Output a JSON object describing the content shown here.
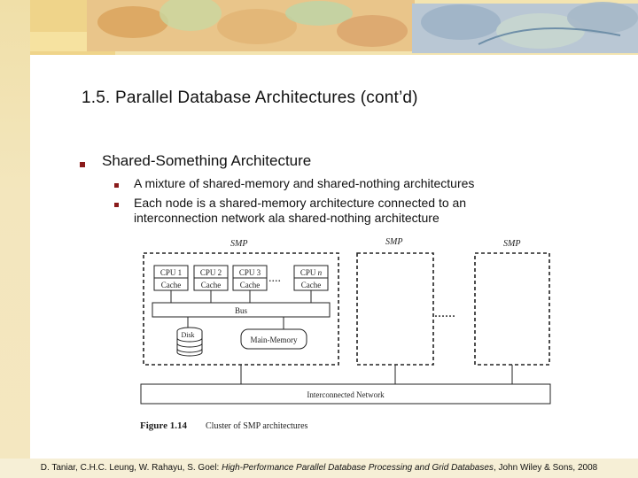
{
  "slide": {
    "title": "1.5.  Parallel Database Architectures (cont’d)",
    "bullet": "Shared-Something Architecture",
    "sub_bullets": [
      "A mixture of shared-memory and shared-nothing architectures",
      "Each node is a shared-memory architecture connected to an interconnection network ala shared-nothing architecture"
    ]
  },
  "figure": {
    "smp_labels": [
      "SMP",
      "SMP",
      "SMP"
    ],
    "cpus": [
      {
        "label": "CPU 1",
        "cache": "Cache"
      },
      {
        "label": "CPU 2",
        "cache": "Cache"
      },
      {
        "label": "CPU 3",
        "cache": "Cache"
      },
      {
        "label": "CPU n",
        "cache": "Cache"
      }
    ],
    "bus": "Bus",
    "disk": "Disk",
    "memory": "Main-Memory",
    "network": "Interconnected Network",
    "caption_num": "Figure 1.14",
    "caption_text": "Cluster of SMP architectures"
  },
  "footer": {
    "authors": "D. Taniar, C.H.C. Leung, W. Rahayu, S. Goel: ",
    "book": "High-Performance Parallel Database Processing and Grid Databases",
    "publisher": ", John Wiley & Sons, 2008"
  }
}
